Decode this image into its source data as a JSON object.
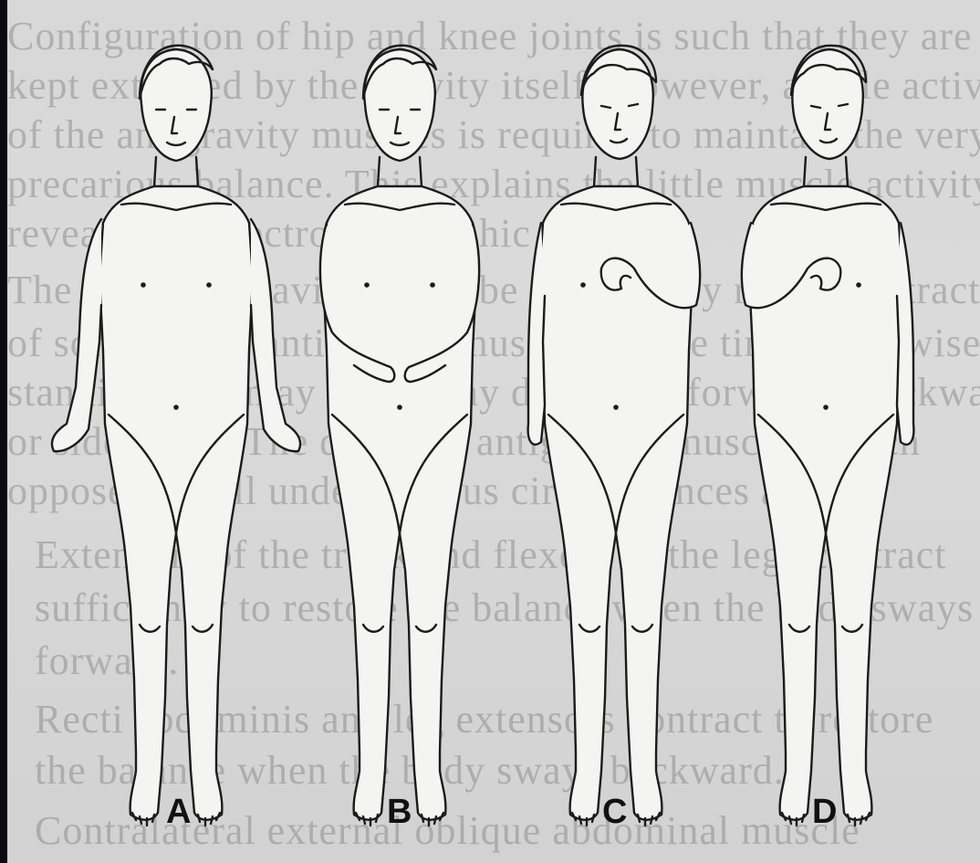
{
  "background_text": [
    "Configuration of hip and knee joints is such that they are",
    "kept extended by the gravity itself. However, a little activity",
    "of the antigravity muscles is required to maintain the very",
    "precarious balance. This explains the little muscle activity",
    "revealed by electromyographic studies.",
    "The effect of gravity has to be opposed by reflex contraction",
    "of some of the antigravity muscles all the time, otherwise a",
    "standing man may fall in any direction (forwards, backwards,",
    "or sideways). The different antigravity muscles which",
    "oppose the fall under various circumstances are:",
    "Extensors of the trunk and flexors of the legs contract",
    "sufficiently to restore the balance when the body sways",
    "forward.",
    "Recti abdominis and leg extensors contract to restore",
    "the balance when the body sways backward.",
    "Contralateral external oblique abdominal muscle"
  ],
  "figures": [
    {
      "id": "A",
      "label": "A"
    },
    {
      "id": "B",
      "label": "B"
    },
    {
      "id": "C",
      "label": "C"
    },
    {
      "id": "D",
      "label": "D"
    }
  ]
}
